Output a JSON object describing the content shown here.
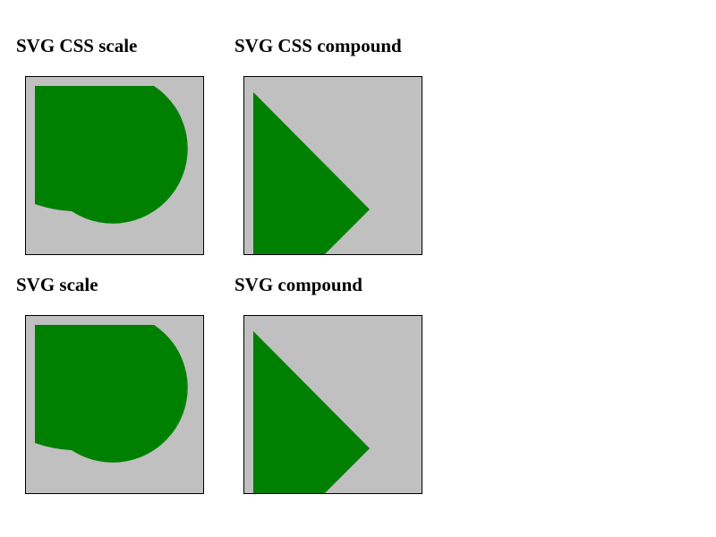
{
  "panels": [
    {
      "heading": "SVG CSS scale",
      "shape": "half-disc"
    },
    {
      "heading": "SVG CSS compound",
      "shape": "triangle"
    },
    {
      "heading": "SVG scale",
      "shape": "half-disc"
    },
    {
      "heading": "SVG compound",
      "shape": "triangle"
    }
  ],
  "colors": {
    "box_background": "#c0c0c0",
    "box_border": "#000000",
    "shape_fill": "#008000"
  }
}
